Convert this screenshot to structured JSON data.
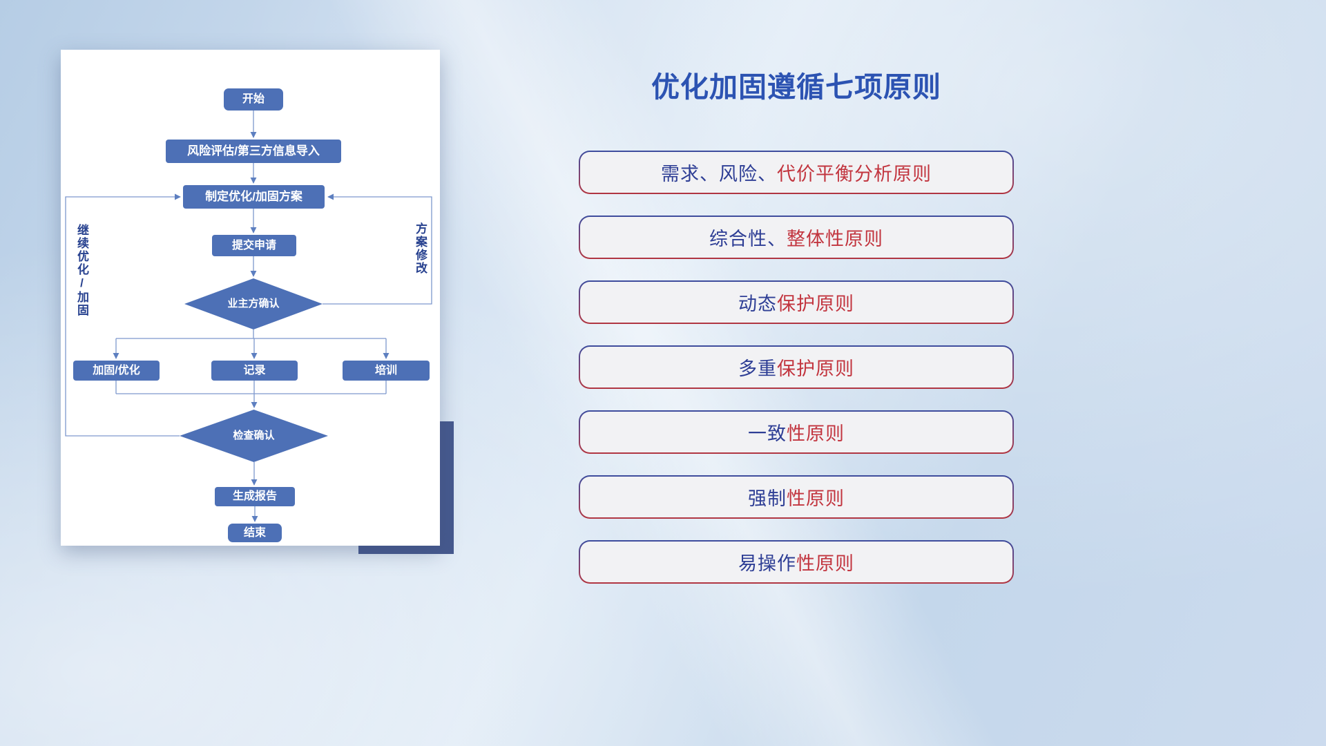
{
  "title": "优化加固遵循七项原则",
  "flowchart": {
    "nodes": {
      "start": "开始",
      "risk": "风险评估/第三方信息导入",
      "plan": "制定优化/加固方案",
      "submit": "提交申请",
      "owner_confirm": "业主方确认",
      "reinforce": "加固/优化",
      "record": "记录",
      "training": "培训",
      "check_confirm": "检查确认",
      "report": "生成报告",
      "end": "结束"
    },
    "labels": {
      "continue_loop": "继续优化/加固",
      "plan_modify": "方案修改"
    }
  },
  "principles": [
    {
      "parts": [
        {
          "text": "需求、风险、",
          "color": "navy"
        },
        {
          "text": "代价平衡分析原则",
          "color": "red"
        }
      ]
    },
    {
      "parts": [
        {
          "text": "综合性、",
          "color": "navy"
        },
        {
          "text": "整体性原则",
          "color": "red"
        }
      ]
    },
    {
      "parts": [
        {
          "text": "动态",
          "color": "navy"
        },
        {
          "text": "保护原则",
          "color": "red"
        }
      ]
    },
    {
      "parts": [
        {
          "text": "多重",
          "color": "navy"
        },
        {
          "text": "保护原则",
          "color": "red"
        }
      ]
    },
    {
      "parts": [
        {
          "text": "一致",
          "color": "navy"
        },
        {
          "text": "性原则",
          "color": "red"
        }
      ]
    },
    {
      "parts": [
        {
          "text": "强制",
          "color": "navy"
        },
        {
          "text": "性原则",
          "color": "red"
        }
      ]
    },
    {
      "parts": [
        {
          "text": "易操作",
          "color": "navy"
        },
        {
          "text": "性原则",
          "color": "red"
        }
      ]
    }
  ],
  "colors": {
    "navy": "#2e3e95",
    "red": "#c2353f",
    "title_blue": "#2c53b2",
    "node_blue": "#4d70b6",
    "line_blue": "#7d97cd",
    "accent_rect": "#46598e"
  }
}
